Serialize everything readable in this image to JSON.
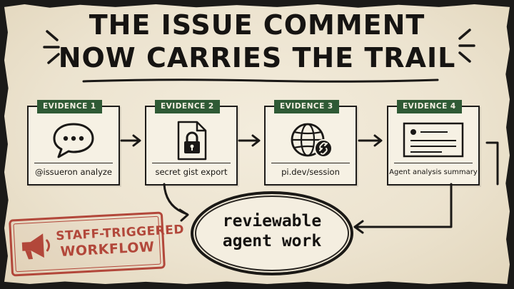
{
  "title": {
    "line1": "THE ISSUE COMMENT",
    "line2": "NOW CARRIES THE TRAIL"
  },
  "evidence": [
    {
      "tag": "EVIDENCE 1",
      "label": "@issueron analyze",
      "icon": "chat-bubble-icon"
    },
    {
      "tag": "EVIDENCE 2",
      "label": "secret gist export",
      "icon": "locked-document-icon"
    },
    {
      "tag": "EVIDENCE 3",
      "label": "pi.dev/session",
      "icon": "globe-link-icon"
    },
    {
      "tag": "EVIDENCE 4",
      "label": "Agent analysis summary",
      "icon": "summary-window-icon"
    }
  ],
  "result": {
    "line1": "reviewable",
    "line2": "agent work"
  },
  "stamp": {
    "line1": "STAFF-TRIGGERED",
    "line2": "WORKFLOW",
    "icon": "megaphone-icon"
  },
  "colors": {
    "ink": "#161412",
    "tag_green": "#2f5a35",
    "stamp_red": "#b2473a",
    "paper": "#ece3cf"
  }
}
